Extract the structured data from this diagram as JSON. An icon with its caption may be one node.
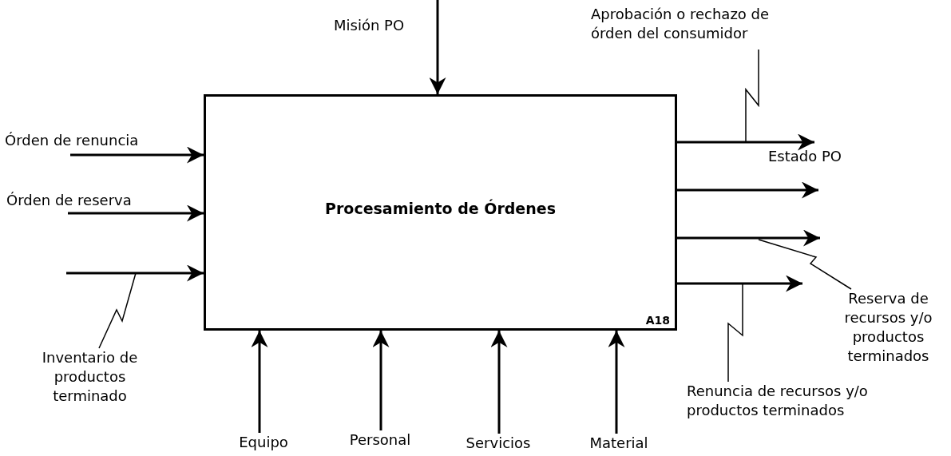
{
  "diagram": {
    "nodes": [
      {
        "text": [
          "Procesamiento de Órdenes",
          "A18"
        ]
      },
      {
        "text": [
          "Misión PO"
        ]
      },
      {
        "text": [
          "Órden de renuncia"
        ]
      },
      {
        "text": [
          "Órden de reserva"
        ]
      },
      {
        "text": [
          "Inventario de productos terminado"
        ]
      },
      {
        "text": [
          "Aprobación o rechazo de órden del consumidor"
        ]
      },
      {
        "text": [
          "Estado PO"
        ]
      },
      {
        "text": [
          "Reserva de recursos y/o productos terminados"
        ]
      },
      {
        "text": [
          "Renuncia de recursos y/o productos terminados"
        ]
      },
      {
        "text": [
          "Equipo"
        ]
      },
      {
        "text": [
          "Personal"
        ]
      },
      {
        "text": [
          "Servicios"
        ]
      },
      {
        "text": [
          "Material"
        ]
      }
    ],
    "edges": [
      {
        "from": 1,
        "to": 0,
        "arrow": "to"
      },
      {
        "from": 2,
        "to": 0,
        "arrow": "to"
      },
      {
        "from": 3,
        "to": 0,
        "arrow": "to"
      },
      {
        "from": null,
        "to": 0,
        "arrow": "to"
      },
      {
        "from": 4,
        "to": null,
        "arrow": "none"
      },
      {
        "from": 0,
        "to": 6,
        "arrow": "to"
      },
      {
        "from": 5,
        "to": null,
        "arrow": "none"
      },
      {
        "from": 0,
        "to": 6,
        "arrow": "to"
      },
      {
        "from": 0,
        "to": null,
        "arrow": "to"
      },
      {
        "from": 7,
        "to": null,
        "arrow": "none"
      },
      {
        "from": 0,
        "to": null,
        "arrow": "to"
      },
      {
        "from": 8,
        "to": null,
        "arrow": "none"
      },
      {
        "from": 9,
        "to": 0,
        "arrow": "to"
      },
      {
        "from": 10,
        "to": 0,
        "arrow": "to"
      },
      {
        "from": 11,
        "to": 0,
        "arrow": "to"
      },
      {
        "from": 12,
        "to": 0,
        "arrow": "to"
      }
    ]
  }
}
